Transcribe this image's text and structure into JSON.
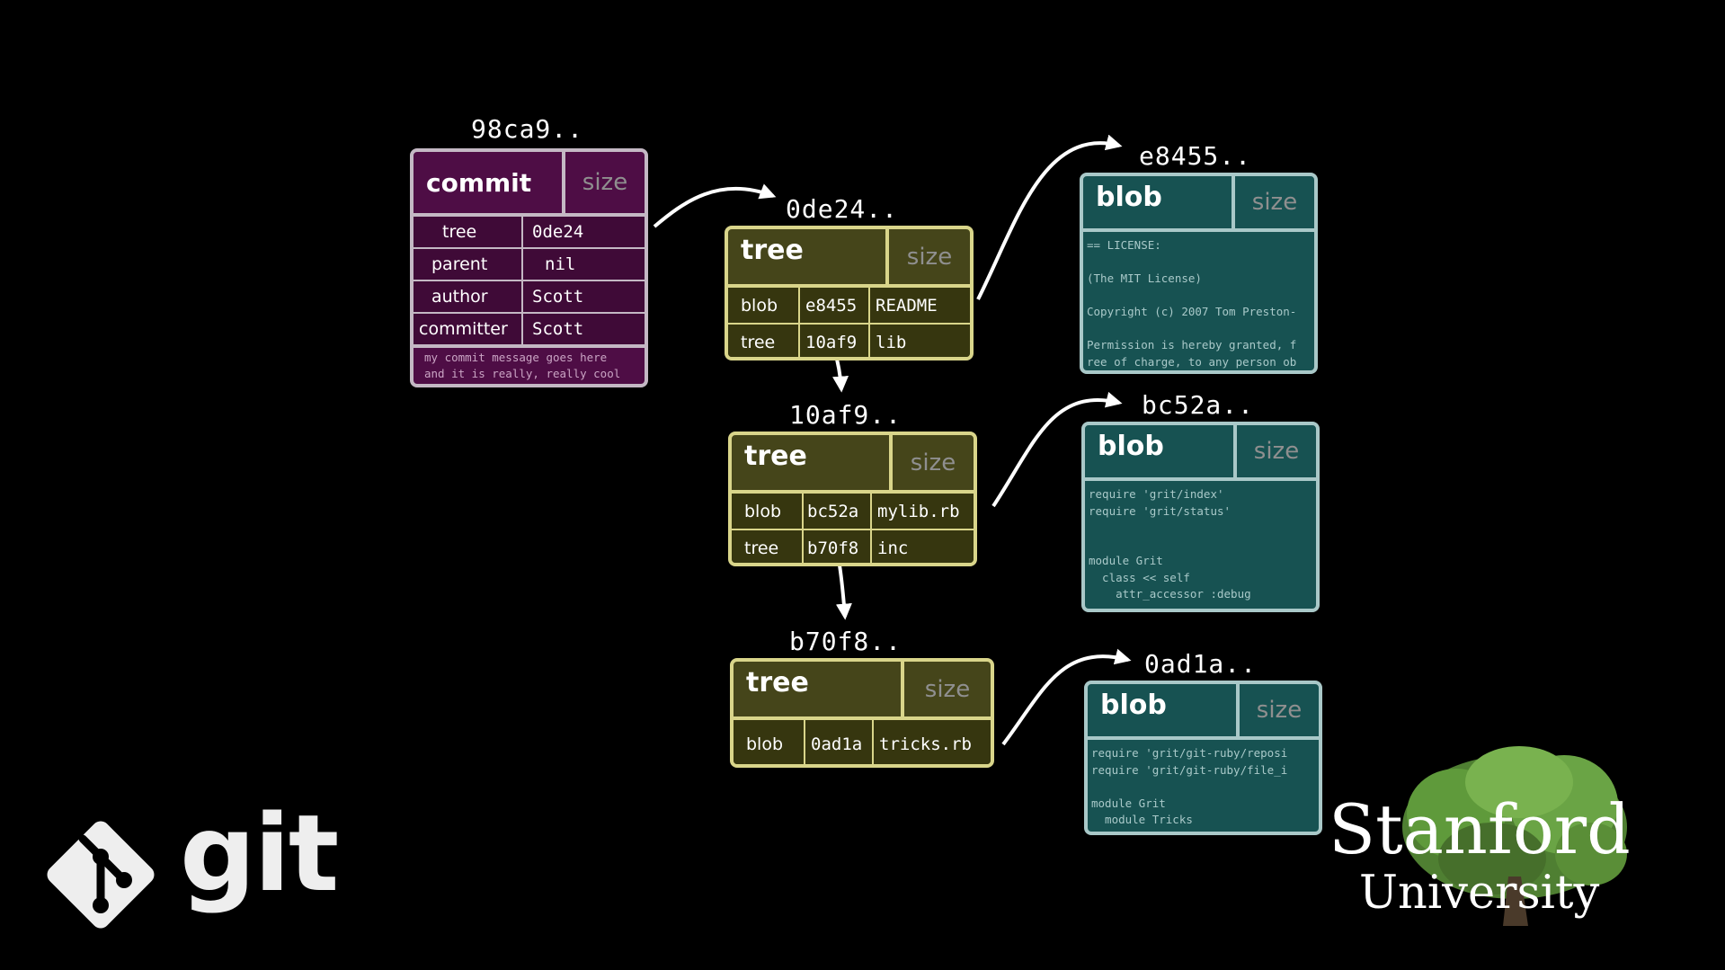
{
  "commit": {
    "hash": "98ca9..",
    "type": "commit",
    "size": "size",
    "rows": [
      {
        "key": "tree",
        "value": "0de24"
      },
      {
        "key": "parent",
        "value": "nil"
      },
      {
        "key": "author",
        "value": "Scott"
      },
      {
        "key": "committer",
        "value": "Scott"
      }
    ],
    "message_line1": "my commit message goes here",
    "message_line2": "and it is really, really cool"
  },
  "trees": [
    {
      "hash": "0de24..",
      "type": "tree",
      "size": "size",
      "rows": [
        {
          "kind": "blob",
          "sha": "e8455",
          "name": "README"
        },
        {
          "kind": "tree",
          "sha": "10af9",
          "name": "lib"
        }
      ]
    },
    {
      "hash": "10af9..",
      "type": "tree",
      "size": "size",
      "rows": [
        {
          "kind": "blob",
          "sha": "bc52a",
          "name": "mylib.rb"
        },
        {
          "kind": "tree",
          "sha": "b70f8",
          "name": "inc"
        }
      ]
    },
    {
      "hash": "b70f8..",
      "type": "tree",
      "size": "size",
      "rows": [
        {
          "kind": "blob",
          "sha": "0ad1a",
          "name": "tricks.rb"
        }
      ]
    }
  ],
  "blobs": [
    {
      "hash": "e8455..",
      "type": "blob",
      "size": "size",
      "content": "== LICENSE:\n\n(The MIT License)\n\nCopyright (c) 2007 Tom Preston-\n\nPermission is hereby granted, f\nree of charge, to any person ob"
    },
    {
      "hash": "bc52a..",
      "type": "blob",
      "size": "size",
      "content": "require 'grit/index'\nrequire 'grit/status'\n\n\nmodule Grit\n  class << self\n    attr_accessor :debug"
    },
    {
      "hash": "0ad1a..",
      "type": "blob",
      "size": "size",
      "content": "require 'grit/git-ruby/reposi\nrequire 'grit/git-ruby/file_i\n\nmodule Grit\n  module Tricks"
    }
  ],
  "logo": {
    "git": "git",
    "icon": "git-logo-icon"
  },
  "institution": {
    "line1": "Stanford",
    "line2": "University",
    "icon": "tree-emblem-icon"
  },
  "colors": {
    "commit": "#4e0d45",
    "tree": "#45451a",
    "blob": "#175252",
    "background": "#000000"
  }
}
